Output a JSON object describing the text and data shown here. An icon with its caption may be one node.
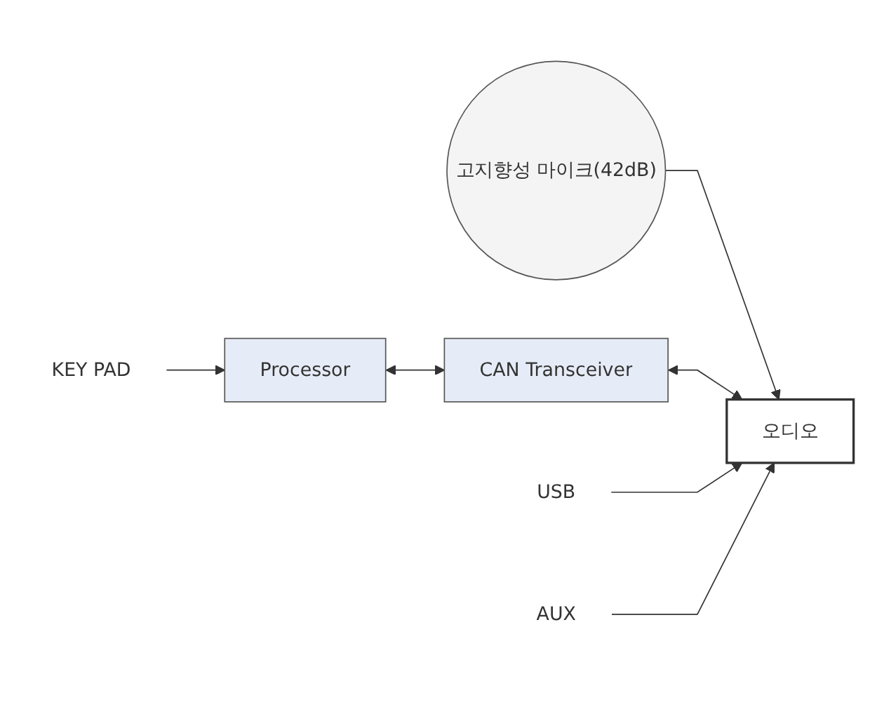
{
  "diagram": {
    "nodes": [
      {
        "text": [
          "고지향성 마이크(42dB)"
        ]
      },
      {
        "text": [
          "KEY PAD"
        ]
      },
      {
        "text": [
          "Processor"
        ]
      },
      {
        "text": [
          "CAN Transceiver"
        ]
      },
      {
        "text": [
          "오디오"
        ]
      },
      {
        "text": [
          "USB"
        ]
      },
      {
        "text": [
          "AUX"
        ]
      }
    ],
    "edges": [
      {
        "from": 0,
        "to": 4,
        "arrow": "to"
      },
      {
        "from": 1,
        "to": 2,
        "arrow": "to"
      },
      {
        "from": 2,
        "to": 3,
        "arrow": "both"
      },
      {
        "from": 3,
        "to": 4,
        "arrow": "both"
      },
      {
        "from": 5,
        "to": 4,
        "arrow": "to"
      },
      {
        "from": 6,
        "to": 4,
        "arrow": "to"
      }
    ]
  }
}
